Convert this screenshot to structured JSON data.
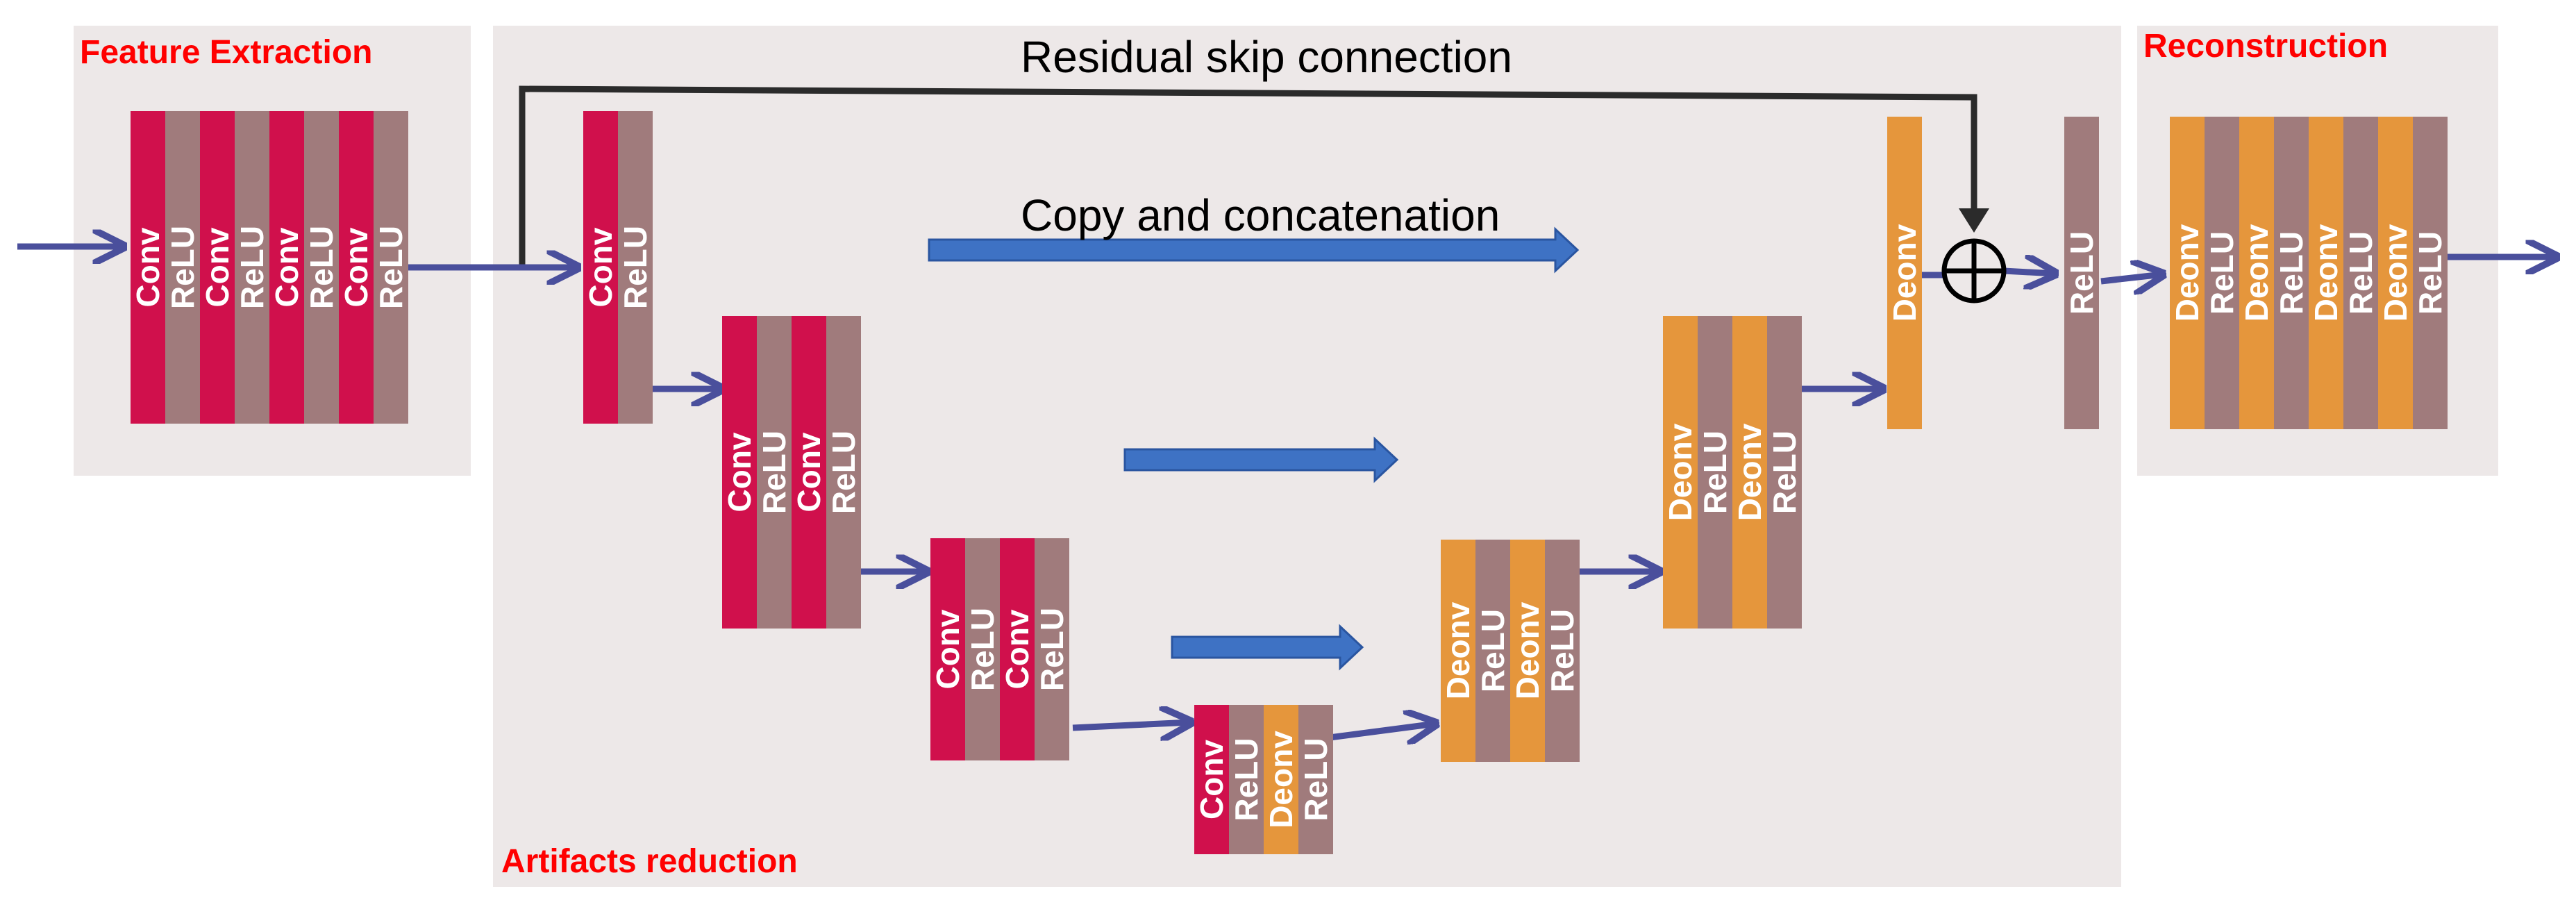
{
  "panels": {
    "feature_extraction": {
      "title": "Feature Extraction"
    },
    "artifacts_reduction": {
      "title": "Artifacts reduction"
    },
    "reconstruction": {
      "title": "Reconstruction"
    }
  },
  "labels": {
    "residual_skip": "Residual skip connection",
    "copy_concat": "Copy and concatenation"
  },
  "layer_names": {
    "conv": "Conv",
    "relu": "ReLU",
    "deonv": "Deonv"
  },
  "colors": {
    "conv": "#d0104c",
    "relu": "#a07b7c",
    "deonv": "#e5963c",
    "panel_bg": "#ede8e8",
    "arrow": "#4a4f9c",
    "copy_arrow_fill": "#3e72c4",
    "copy_arrow_stroke": "#2a55a0",
    "title_red": "#ff0000",
    "skip_line": "#2b2b2b"
  },
  "blocks": [
    {
      "id": "fe",
      "layers": [
        "conv",
        "relu",
        "conv",
        "relu",
        "conv",
        "relu",
        "conv",
        "relu"
      ]
    },
    {
      "id": "enc1",
      "layers": [
        "conv",
        "relu"
      ]
    },
    {
      "id": "enc2",
      "layers": [
        "conv",
        "relu",
        "conv",
        "relu"
      ]
    },
    {
      "id": "enc3",
      "layers": [
        "conv",
        "relu",
        "conv",
        "relu"
      ]
    },
    {
      "id": "bott",
      "layers": [
        "conv",
        "relu",
        "deonv",
        "relu"
      ]
    },
    {
      "id": "dec3",
      "layers": [
        "deonv",
        "relu",
        "deonv",
        "relu"
      ]
    },
    {
      "id": "dec2",
      "layers": [
        "deonv",
        "relu",
        "deonv",
        "relu"
      ]
    },
    {
      "id": "dec1",
      "layers": [
        "deonv"
      ]
    },
    {
      "id": "relu_out",
      "layers": [
        "relu"
      ]
    },
    {
      "id": "recon",
      "layers": [
        "deonv",
        "relu",
        "deonv",
        "relu",
        "deonv",
        "relu",
        "deonv",
        "relu"
      ]
    }
  ]
}
